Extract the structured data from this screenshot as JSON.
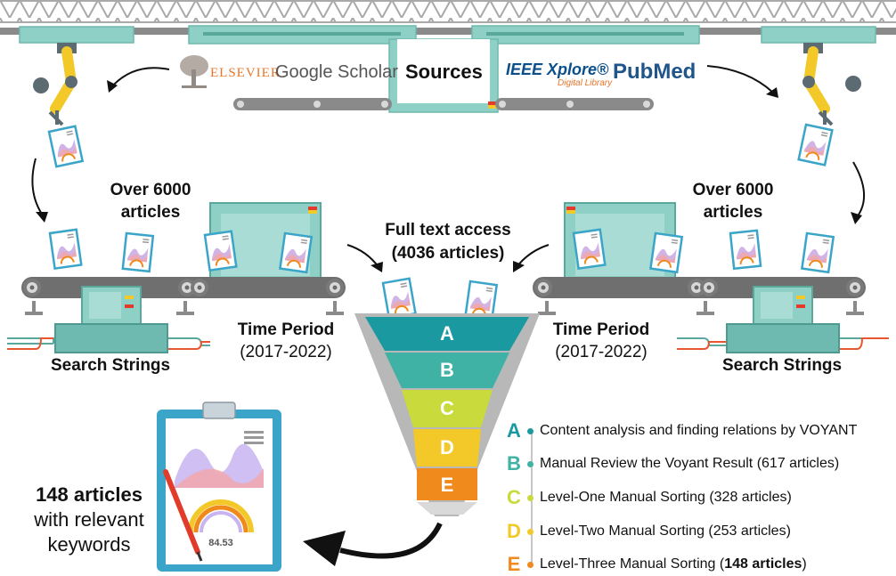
{
  "sources_label": "Sources",
  "logos": {
    "elsevier": "ELSEVIER",
    "google_scholar": "Google Scholar",
    "ieee_main": "IEEE Xplore®",
    "ieee_sub": "Digital Library",
    "pubmed": "PubMed"
  },
  "left": {
    "count_line1": "Over 6000",
    "count_line2": "articles",
    "time_title": "Time Period",
    "time_range": "(2017-2022)",
    "search_strings": "Search Strings"
  },
  "right": {
    "count_line1": "Over 6000",
    "count_line2": "articles",
    "time_title": "Time Period",
    "time_range": "(2017-2022)",
    "search_strings": "Search Strings"
  },
  "full_text": {
    "line1": "Full text access",
    "line2": "(4036 articles)"
  },
  "funnel": [
    "A",
    "B",
    "C",
    "D",
    "E"
  ],
  "result": {
    "line1": "148 articles",
    "line2": "with relevant",
    "line3": "keywords"
  },
  "clipboard_value": "84.53",
  "legend": [
    {
      "letter": "A",
      "color": "#1a9aa0",
      "text": "Content analysis and finding relations by VOYANT"
    },
    {
      "letter": "B",
      "color": "#3fb1a5",
      "text": "Manual Review the Voyant Result (617 articles)"
    },
    {
      "letter": "C",
      "color": "#c9db3c",
      "text": "Level-One Manual Sorting (328 articles)"
    },
    {
      "letter": "D",
      "color": "#f2c928",
      "text": "Level-Two Manual Sorting (253 articles)"
    },
    {
      "letter": "E",
      "color": "#f08a1c",
      "text_prefix": "Level-Three Manual Sorting (",
      "text_bold": "148 articles",
      "text_suffix": ")"
    }
  ]
}
